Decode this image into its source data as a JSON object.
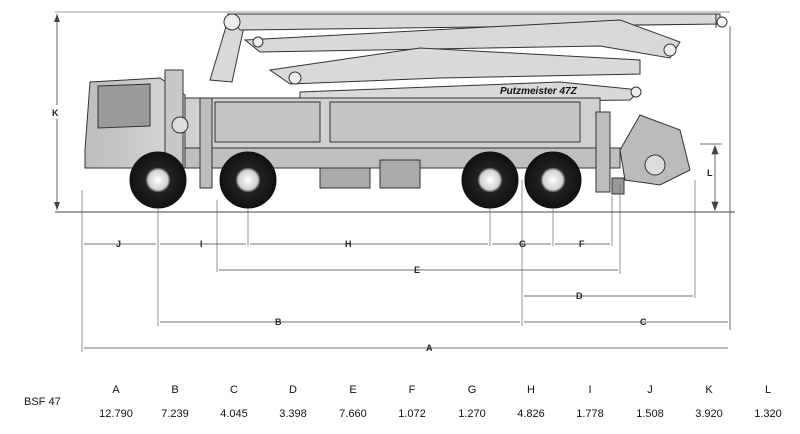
{
  "truck": {
    "brand_label": "Putzmeister 47Z"
  },
  "dimension_labels": [
    "A",
    "B",
    "C",
    "D",
    "E",
    "F",
    "G",
    "H",
    "I",
    "J",
    "K",
    "L"
  ],
  "spec_table": {
    "model": "BSF 47",
    "headers": [
      "A",
      "B",
      "C",
      "D",
      "E",
      "F",
      "G",
      "H",
      "I",
      "J",
      "K",
      "L"
    ],
    "values": [
      "12.790",
      "7.239",
      "4.045",
      "3.398",
      "7.660",
      "1.072",
      "1.270",
      "4.826",
      "1.778",
      "1.508",
      "3.920",
      "1.320"
    ]
  }
}
